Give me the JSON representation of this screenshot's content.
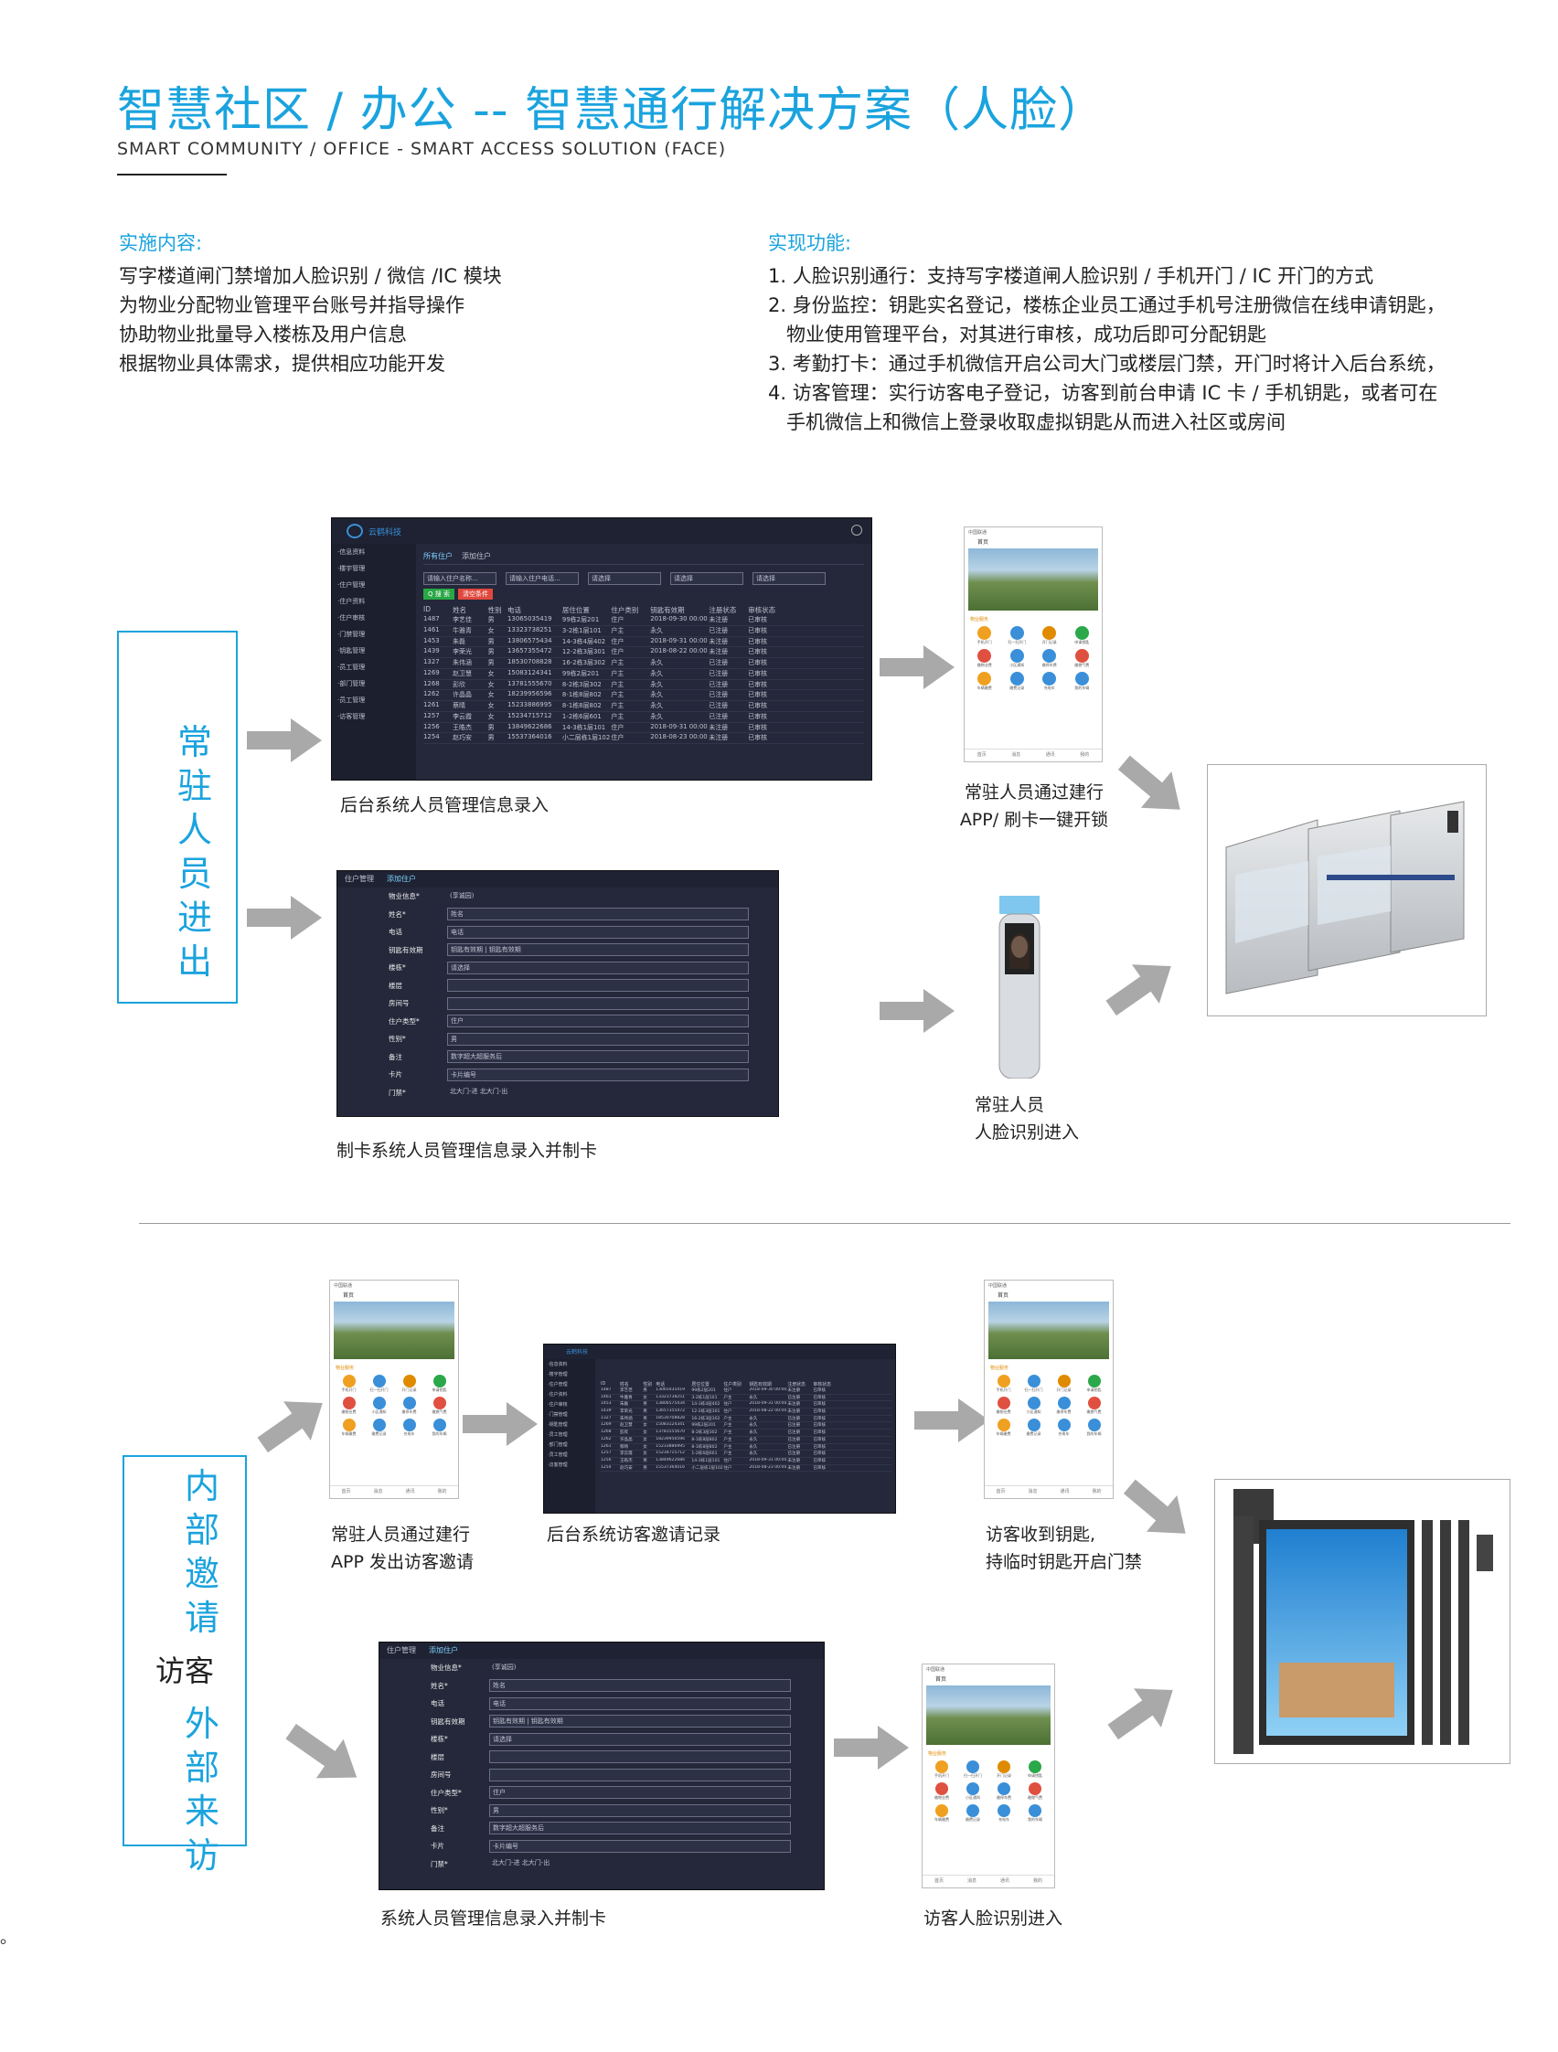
{
  "header": {
    "title": "智慧社区 / 办公 -- 智慧通行解决方案（人脸）",
    "subtitle": "SMART COMMUNITY / OFFICE - SMART ACCESS SOLUTION (FACE)"
  },
  "implementation": {
    "heading": "实施内容:",
    "lines": [
      "写字楼道闸门禁增加人脸识别 / 微信 /IC 模块",
      "为物业分配物业管理平台账号并指导操作",
      "协助物业批量导入楼栋及用户信息",
      "根据物业具体需求，提供相应功能开发"
    ]
  },
  "features": {
    "heading": "实现功能:",
    "lines": [
      "1. 人脸识别通行：支持写字楼道闸人脸识别 / 手机开门 /  IC 开门的方式",
      "2. 身份监控：钥匙实名登记，楼栋企业员工通过手机号注册微信在线申请钥匙，",
      "   物业使用管理平台，对其进行审核，成功后即可分配钥匙",
      "3. 考勤打卡：通过手机微信开启公司大门或楼层门禁，开门时将计入后台系统，",
      "4. 访客管理：实行访客电子登记，访客到前台申请 IC 卡 / 手机钥匙，或者可在",
      "   手机微信上和微信上登录收取虚拟钥匙从而进入社区或房间"
    ]
  },
  "section1": {
    "label": "常驻人员进出",
    "captions": {
      "backend": "后台系统人员管理信息录入",
      "app_open": [
        "常驻人员通过建行",
        "APP/ 刷卡一键开锁"
      ],
      "card_system": "制卡系统人员管理信息录入并制卡",
      "face_entry": [
        "常驻人员",
        "人脸识别进入"
      ]
    }
  },
  "section2": {
    "label_top": "内部邀请",
    "label_mid": "访客",
    "label_bottom": "外部来访",
    "captions": {
      "invite": [
        "常驻人员通过建行",
        "APP 发出访客邀请"
      ],
      "backend_record": "后台系统访客邀请记录",
      "visitor_key": [
        "访客收到钥匙,",
        "持临时钥匙开启门禁"
      ],
      "system_card": "系统人员管理信息录入并制卡",
      "visitor_face": "访客人脸识别进入"
    }
  },
  "footnote": "。",
  "backend_ui": {
    "logo": "云鹤科技",
    "menu": [
      "·信息资料",
      "·楼宇管理",
      "·住户管理",
      "·住户资料",
      "·住户审核",
      "·门禁管理",
      "·钥匙管理",
      "·员工管理",
      "·部门管理",
      "·员工管理",
      "·访客管理"
    ],
    "tabs": [
      "所有住户",
      "添加住户"
    ],
    "search_placeholder": "请输入住户名称...",
    "phone_placeholder": "请输入住户电话...",
    "select_placeholder": "请选择",
    "btn_search": "Q 搜 索",
    "btn_clear": "清空条件",
    "columns": [
      "ID",
      "姓名",
      "性别",
      "电话",
      "居住位置",
      "住户类别",
      "钥匙有效期",
      "注册状态",
      "审核状态"
    ],
    "rows": [
      [
        "1487",
        "李艺佳",
        "男",
        "13065035419",
        "99栋2层201",
        "住户",
        "2018-09-30 00:00",
        "未注册",
        "已审核"
      ],
      [
        "1461",
        "牛雅青",
        "女",
        "13323738251",
        "3-2栋1层101",
        "户主",
        "永久",
        "已注册",
        "已审核"
      ],
      [
        "1453",
        "朱磊",
        "男",
        "13806575434",
        "14-3栋4层402",
        "住户",
        "2018-09-31 00:00",
        "未注册",
        "已审核"
      ],
      [
        "1439",
        "李荣光",
        "男",
        "13657355472",
        "12-2栋3层301",
        "住户",
        "2018-08-22 00:00",
        "未注册",
        "已审核"
      ],
      [
        "1327",
        "朱伟涵",
        "男",
        "18530708828",
        "16-2栋3层302",
        "户主",
        "永久",
        "已注册",
        "已审核"
      ],
      [
        "1269",
        "赵卫慧",
        "女",
        "15083124341",
        "99栋2层201",
        "户主",
        "永久",
        "已注册",
        "已审核"
      ],
      [
        "1268",
        "彭欣",
        "女",
        "13781555670",
        "8-2栋3层302",
        "户主",
        "永久",
        "已注册",
        "已审核"
      ],
      [
        "1262",
        "许晶晶",
        "女",
        "18239956596",
        "8-1栋8层802",
        "户主",
        "永久",
        "已注册",
        "已审核"
      ],
      [
        "1261",
        "蔡晴",
        "女",
        "15233886995",
        "8-1栋8层802",
        "户主",
        "永久",
        "已注册",
        "已审核"
      ],
      [
        "1257",
        "李云霞",
        "女",
        "15234715712",
        "1-2栋6层601",
        "户主",
        "永久",
        "已注册",
        "已审核"
      ],
      [
        "1256",
        "王皓杰",
        "男",
        "13849622686",
        "14-3栋1层101",
        "住户",
        "2018-09-31 00:00",
        "未注册",
        "已审核"
      ],
      [
        "1254",
        "赵巧安",
        "男",
        "15537364016",
        "小二层栋1层102",
        "住户",
        "2018-08-23 00:00",
        "未注册",
        "已审核"
      ]
    ]
  },
  "card_ui": {
    "tabs": [
      "住户管理",
      "添加住户"
    ],
    "fields": [
      {
        "label": "物业信息*",
        "value": "(享诚园)"
      },
      {
        "label": "姓名*",
        "value": "姓名"
      },
      {
        "label": "电话",
        "value": "电话"
      },
      {
        "label": "钥匙有效期",
        "value": "钥匙有效期 | 钥匙有效期"
      },
      {
        "label": "楼栋*",
        "value": "请选择"
      },
      {
        "label": "楼层",
        "value": ""
      },
      {
        "label": "房间号",
        "value": ""
      },
      {
        "label": "住户类型*",
        "value": "住户"
      },
      {
        "label": "性别*",
        "value": "男"
      },
      {
        "label": "备注",
        "value": "数字超大超服务后"
      },
      {
        "label": "卡片",
        "value": "卡片编号"
      },
      {
        "label": "门禁*",
        "value": "北大门-进   北大门-出"
      }
    ]
  },
  "phone_ui": {
    "status": "中国联通",
    "header": "首页",
    "section": "物业服务",
    "icons": [
      "手机开门",
      "扫一扫开门",
      "开门记录",
      "申请钥匙",
      "缴物业费",
      "小区通知",
      "缴停车费",
      "缴燃气费",
      "车辆缴费",
      "缴费记录",
      "充电车",
      "我的车辆"
    ],
    "nav": [
      "首页",
      "消息",
      "通讯",
      "我的"
    ]
  },
  "colors": {
    "accent": "#1aa3de",
    "panel": "#24283a",
    "arrow": "#a9a9a9"
  }
}
